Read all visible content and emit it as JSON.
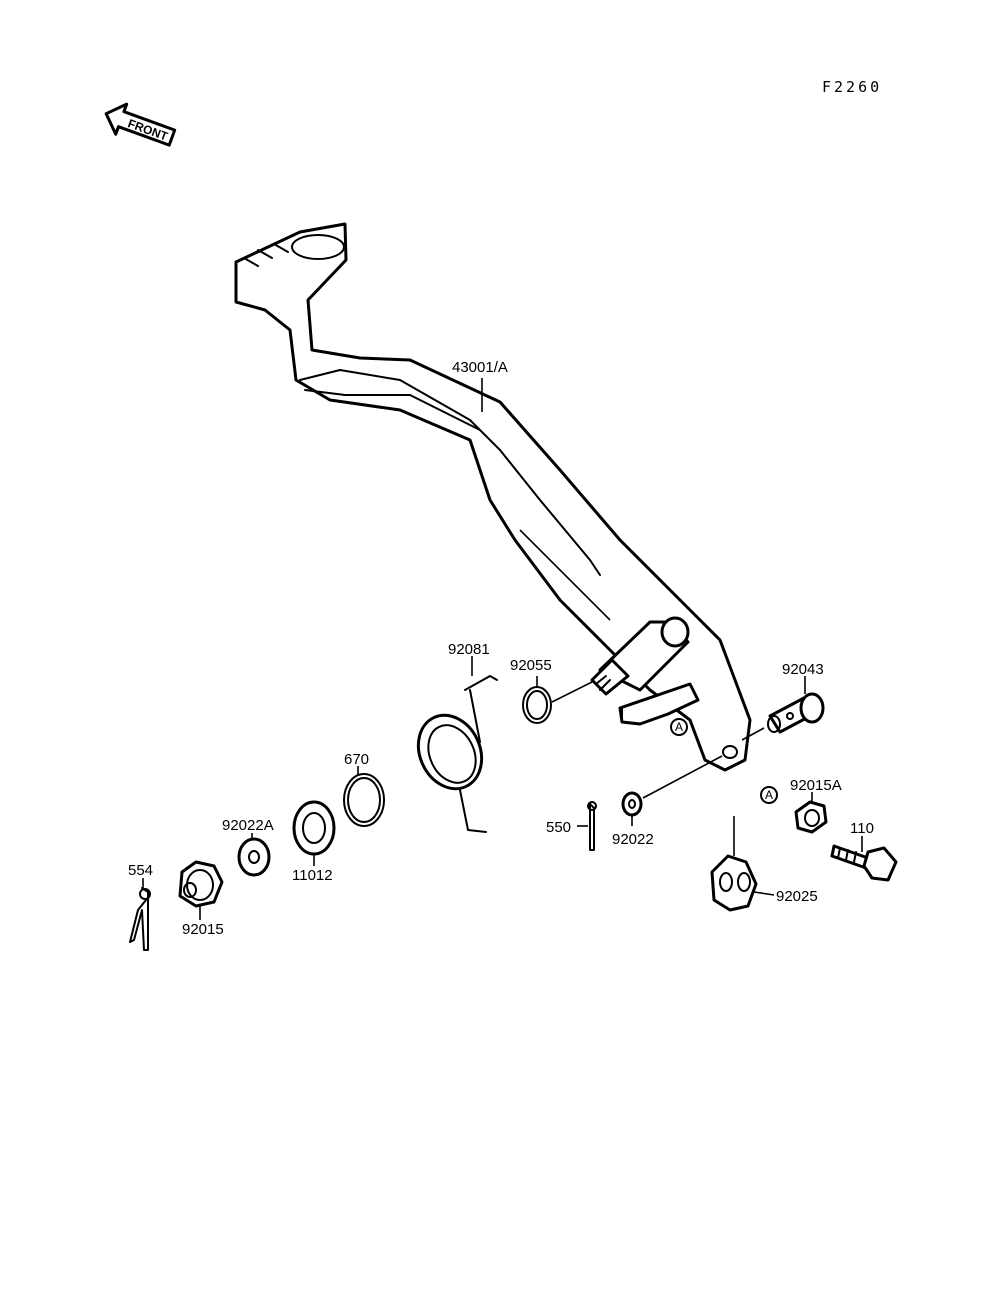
{
  "figure_code": "F2260",
  "front_label": "FRONT",
  "ref_mark": "A",
  "parts": {
    "p43001": "43001/A",
    "p92081": "92081",
    "p92055": "92055",
    "p92043": "92043",
    "p670": "670",
    "p92022A": "92022A",
    "p11012": "11012",
    "p554": "554",
    "p92015": "92015",
    "p550": "550",
    "p92022": "92022",
    "p92015A": "92015A",
    "p110": "110",
    "p92025": "92025"
  }
}
